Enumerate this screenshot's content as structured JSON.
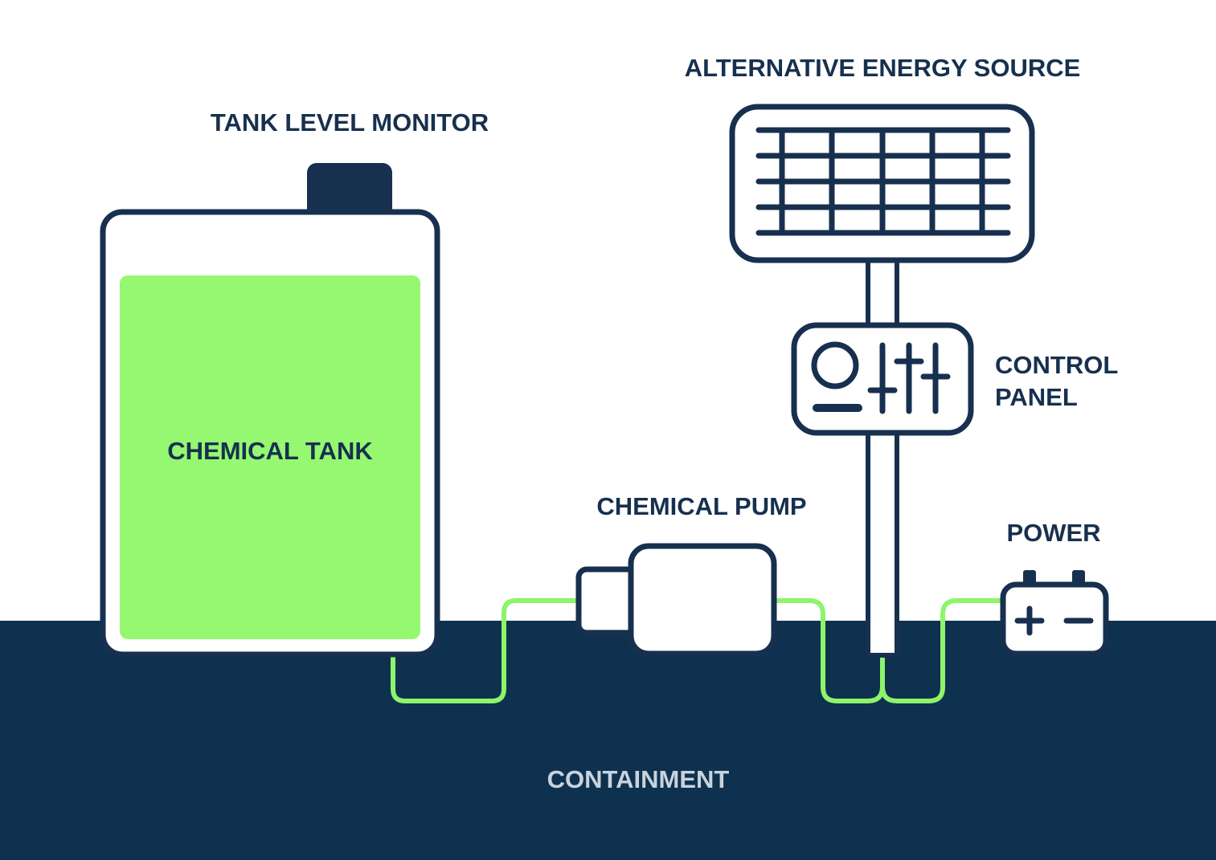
{
  "labels": {
    "tank_level_monitor": "TANK LEVEL MONITOR",
    "chemical_tank": "CHEMICAL TANK",
    "alternative_energy_source": "ALTERNATIVE ENERGY SOURCE",
    "control_panel_line1": "CONTROL",
    "control_panel_line2": "PANEL",
    "chemical_pump": "CHEMICAL PUMP",
    "power": "POWER",
    "containment": "CONTAINMENT"
  },
  "battery": {
    "plus": "+",
    "minus": "−"
  },
  "colors": {
    "navy": "#17304f",
    "containment": "#0e3150",
    "chemical_green": "#95f870",
    "wire_green": "#8ef46a",
    "containment_text": "#c9d3dc",
    "white": "#ffffff"
  },
  "icons": [
    "jug-icon",
    "solar-panel-icon",
    "control-panel-icon",
    "pump-icon",
    "battery-icon"
  ]
}
